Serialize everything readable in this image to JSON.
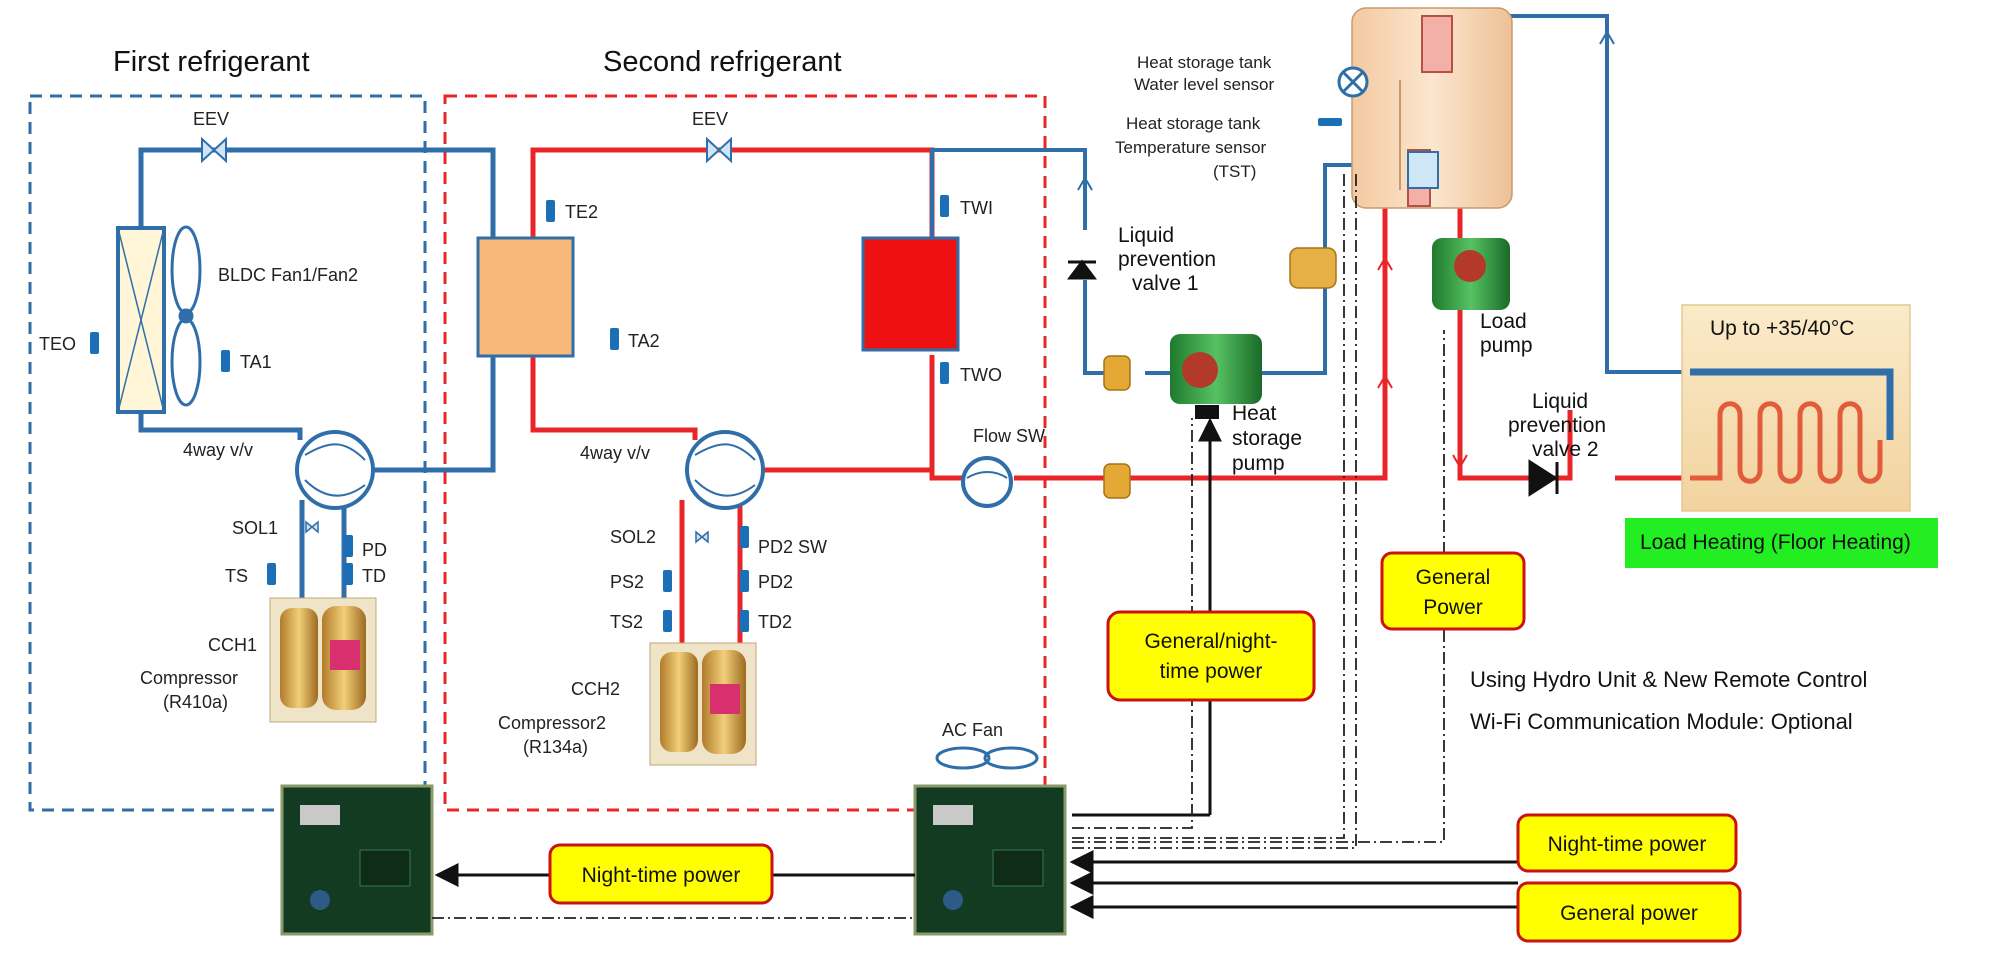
{
  "sections": {
    "first_refrigerant": "First refrigerant",
    "second_refrigerant": "Second refrigerant"
  },
  "first_circuit": {
    "eev": "EEV",
    "bldc_fan": "BLDC Fan1/Fan2",
    "teo": "TEO",
    "ta1": "TA1",
    "four_way": "4way v/v",
    "sol1": "SOL1",
    "pd": "PD",
    "ts": "TS",
    "td": "TD",
    "cch1": "CCH1",
    "compressor_line1": "Compressor",
    "compressor_line2": "(R410a)"
  },
  "second_circuit": {
    "eev": "EEV",
    "te2": "TE2",
    "ta2": "TA2",
    "twi": "TWI",
    "two": "TWO",
    "four_way": "4way v/v",
    "sol2": "SOL2",
    "pd2_sw": "PD2 SW",
    "ps2": "PS2",
    "pd2": "PD2",
    "ts2": "TS2",
    "td2": "TD2",
    "cch2": "CCH2",
    "compressor_line1": "Compressor2",
    "compressor_line2": "(R134a)",
    "flow_sw": "Flow SW",
    "ac_fan": "AC Fan"
  },
  "water_circuit": {
    "tank_level_line1": "Heat storage tank",
    "tank_level_line2": "Water level sensor",
    "tank_temp_line1": "Heat storage tank",
    "tank_temp_line2": "Temperature sensor",
    "tank_temp_line3": "(TST)",
    "lpv1_line1": "Liquid",
    "lpv1_line2": "prevention",
    "lpv1_line3": "valve 1",
    "hs_pump_line1": "Heat",
    "hs_pump_line2": "storage",
    "hs_pump_line3": "pump",
    "load_pump_line1": "Load",
    "load_pump_line2": "pump",
    "lpv2_line1": "Liquid",
    "lpv2_line2": "prevention",
    "lpv2_line3": "valve 2",
    "floor_temp": "Up to +35/40°C",
    "load_heating": "Load Heating (Floor Heating)"
  },
  "power": {
    "general_night_line1": "General/night-",
    "general_night_line2": "time power",
    "general_line1": "General",
    "general_line2": "Power",
    "night_time_left": "Night-time power",
    "night_time_right": "Night-time power",
    "general_right": "General power"
  },
  "notes": {
    "hydro_unit": "Using Hydro Unit & New Remote Control",
    "wifi": "Wi-Fi Communication Module: Optional"
  },
  "colors": {
    "refrigerant_blue": "#2f6ea8",
    "refrigerant_red": "#e8262a",
    "hx_orange": "#f8b878",
    "hx_red": "#ee1111",
    "badge_fill": "#ffff00",
    "badge_border": "#cc1111",
    "load_heating_green": "#22ee22"
  }
}
